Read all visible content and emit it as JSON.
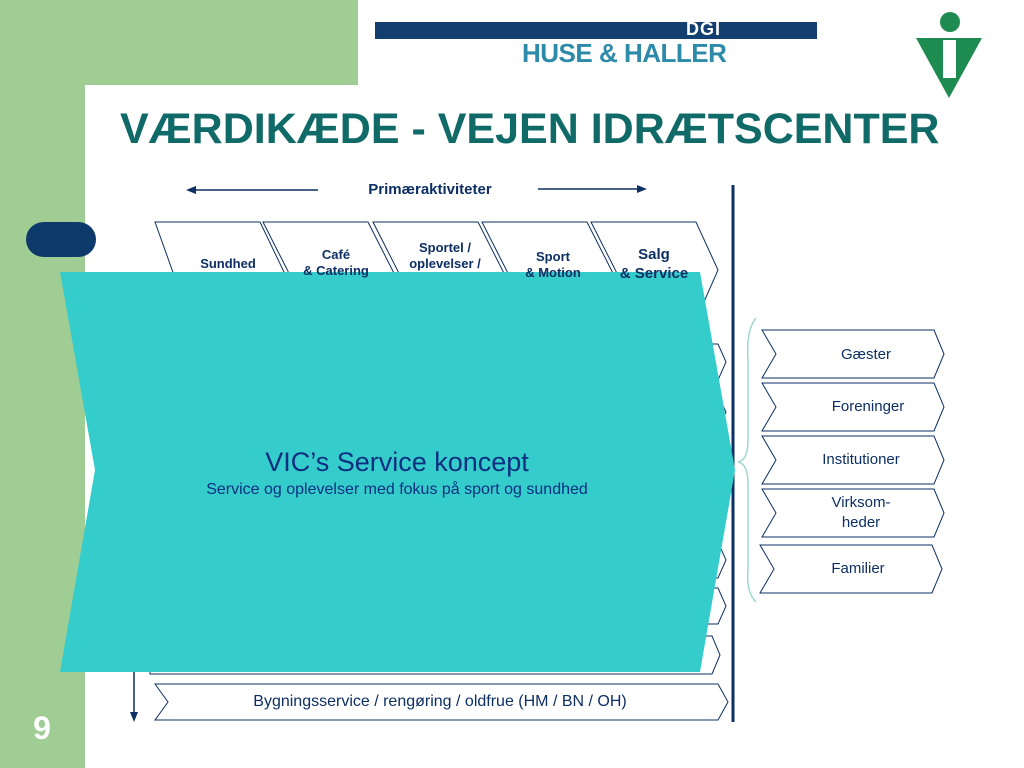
{
  "slide": {
    "title": "VÆRDIKÆDE - VEJEN IDRÆTSCENTER",
    "page_number": "9"
  },
  "logo": {
    "top_text": "DGI",
    "main_text": "HUSE & HALLER"
  },
  "colors": {
    "green": "#9fcd94",
    "navy": "#0d3a6a",
    "teal_title": "#0f6a68",
    "overlay": "#35cccc"
  },
  "primary": {
    "label": "Primæraktiviteter",
    "activities": [
      {
        "line1": "Sundhed",
        "line2": ""
      },
      {
        "line1": "Café",
        "line2": "& Catering"
      },
      {
        "line1": "Sportel /",
        "line2": "oplevelser /"
      },
      {
        "line1": "Sport",
        "line2": "& Motion"
      },
      {
        "line1": "Salg",
        "line2": "& Service"
      }
    ]
  },
  "customers": [
    {
      "line1": "Gæster",
      "line2": ""
    },
    {
      "line1": "Foreninger",
      "line2": ""
    },
    {
      "line1": "Institutioner",
      "line2": ""
    },
    {
      "line1": "Virksom-",
      "line2": "heder"
    },
    {
      "line1": "Familier",
      "line2": ""
    }
  ],
  "support_bottom": "Bygningsservice / rengøring / oldfrue (HM / BN / OH)",
  "overlay": {
    "title": "VIC’s Service koncept",
    "subtitle": "Service og oplevelser med fokus på sport og sundhed"
  }
}
